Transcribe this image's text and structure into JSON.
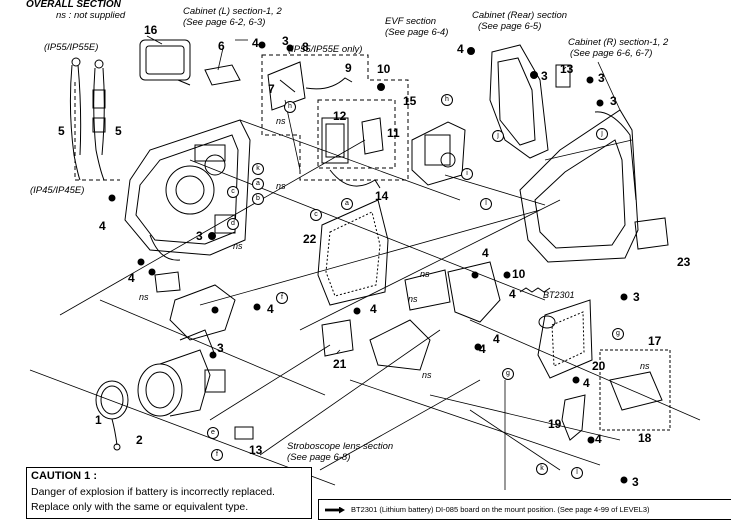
{
  "header": {
    "title_fragment": "OVERALL SECTION",
    "ns_note": "ns : not supplied"
  },
  "labels": {
    "ip55_top": "(IP55/IP55E)",
    "ip45_bottom": "(IP45/IP45E)",
    "ip55_only": "(IP55/IP55E only)",
    "cab_l_1": "Cabinet (L) section-1, 2",
    "cab_l_2": "(See page 6-2, 6-3)",
    "evf_1": "EVF section",
    "evf_2": "(See page 6-4)",
    "cab_rear_1": "Cabinet (Rear) section",
    "cab_rear_2": "(See page 6-5)",
    "cab_r_1": "Cabinet (R) section-1, 2",
    "cab_r_2": "(See page 6-6, 6-7)",
    "strobe_1": "Stroboscope lens section",
    "strobe_2": "(See page 6-8)",
    "bt2301": "BT2301",
    "ns": "ns"
  },
  "numbers": {
    "n1": "1",
    "n2": "2",
    "n3": "3",
    "n4": "4",
    "n5": "5",
    "n6": "6",
    "n7": "7",
    "n8": "8",
    "n9": "9",
    "n10": "10",
    "n11": "11",
    "n12": "12",
    "n13": "13",
    "n14": "14",
    "n15": "15",
    "n16": "16",
    "n17": "17",
    "n18": "18",
    "n19": "19",
    "n20": "20",
    "n21": "21",
    "n22": "22",
    "n23": "23"
  },
  "refs": {
    "a": "a",
    "b": "b",
    "c": "c",
    "d": "d",
    "e": "e",
    "f": "f",
    "g": "g",
    "h": "h",
    "i": "i",
    "j": "j",
    "k": "k",
    "l": "l"
  },
  "caution": {
    "title": "CAUTION 1 :",
    "line1": "Danger of explosion if battery is incorrectly replaced.",
    "line2": "Replace only with the same or equivalent type."
  },
  "note": "BT2301 (Lithium battery) DI-085 board on the mount position. (See page 4-99 of LEVEL3)"
}
